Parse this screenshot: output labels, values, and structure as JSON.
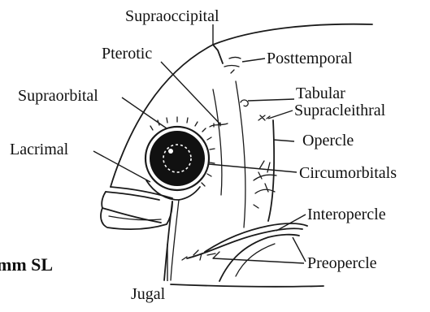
{
  "labels": {
    "supraoccipital": "Supraoccipital",
    "pterotic": "Pterotic",
    "posttemporal": "Posttemporal",
    "supraorbital": "Supraorbital",
    "tabular": "Tabular",
    "supracleithral": "Supracleithral",
    "lacrimal": "Lacrimal",
    "opercle": "Opercle",
    "circumorbitals": "Circumorbitals",
    "interopercle": "Interopercle",
    "preopercle": "Preopercle",
    "jugal": "Jugal"
  },
  "size_caption": "mm SL"
}
